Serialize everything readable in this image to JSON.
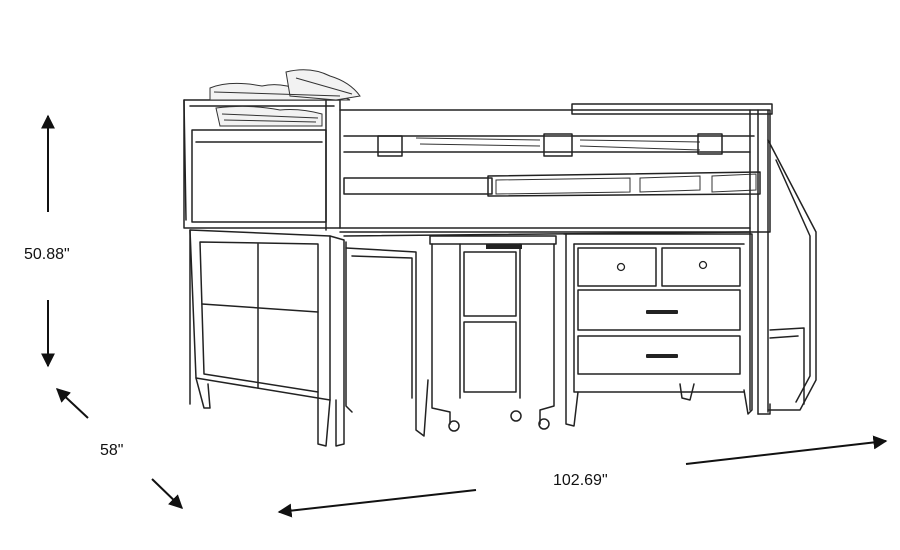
{
  "dimensions": {
    "height": "50.88\"",
    "depth": "58\"",
    "width": "102.69\""
  },
  "colors": {
    "line": "#222222",
    "background": "#ffffff"
  }
}
